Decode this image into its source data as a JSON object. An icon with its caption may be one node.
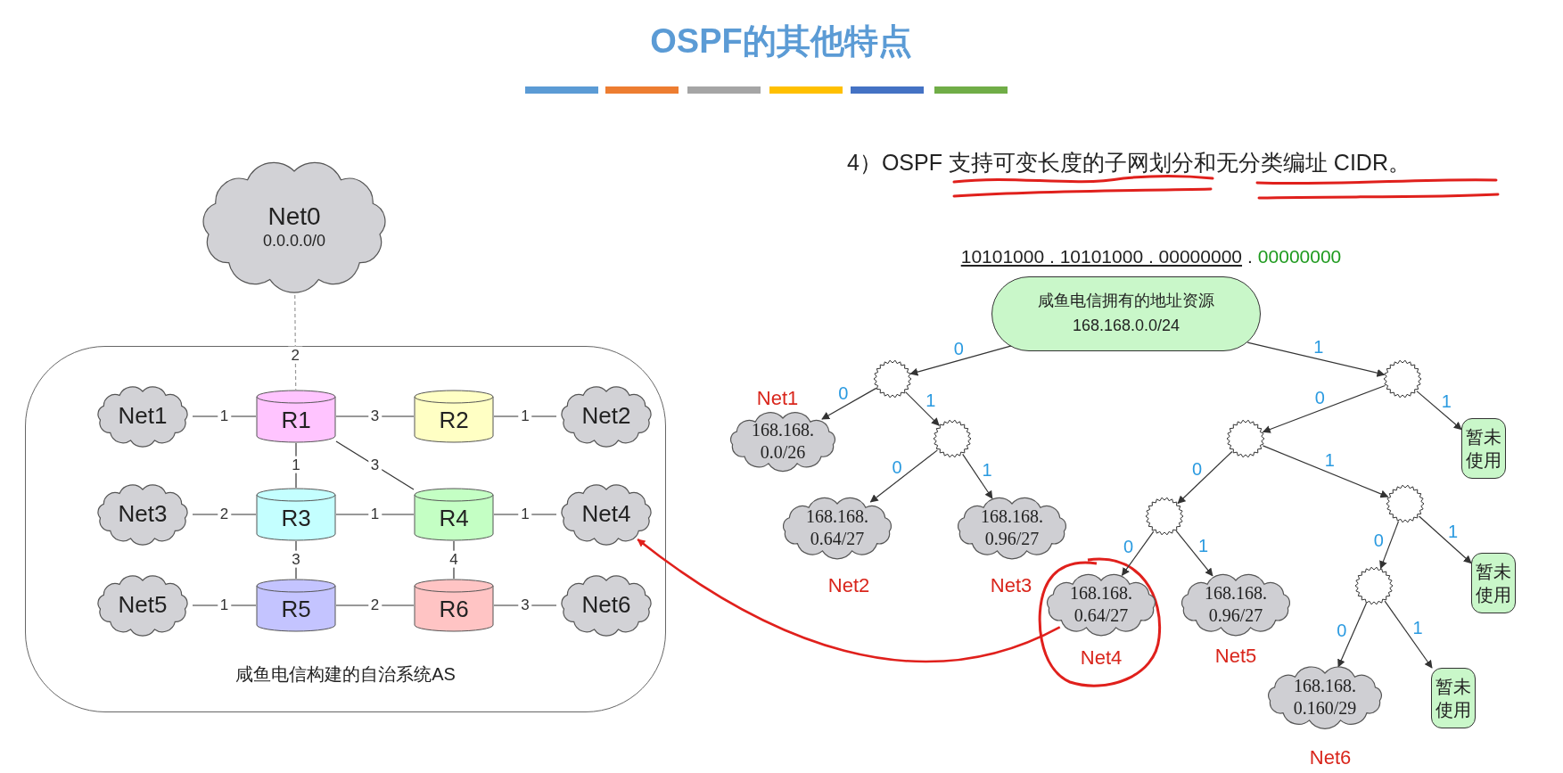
{
  "diagram": {
    "title": "OSPF的其他特点",
    "nodes": [
      {
        "text": [
          "Net0",
          "0.0.0.0/0"
        ]
      },
      {
        "text": [
          "咸鱼电信构建的自治系统AS"
        ]
      },
      {
        "text": [
          "Net1"
        ],
        "in": 1
      },
      {
        "text": [
          "R1"
        ],
        "in": 1
      },
      {
        "text": [
          "R2"
        ],
        "in": 1
      },
      {
        "text": [
          "Net2"
        ],
        "in": 1
      },
      {
        "text": [
          "Net3"
        ],
        "in": 1
      },
      {
        "text": [
          "R3"
        ],
        "in": 1
      },
      {
        "text": [
          "R4"
        ],
        "in": 1
      },
      {
        "text": [
          "Net4"
        ],
        "in": 1
      },
      {
        "text": [
          "Net5"
        ],
        "in": 1
      },
      {
        "text": [
          "R5"
        ],
        "in": 1
      },
      {
        "text": [
          "R6"
        ],
        "in": 1
      },
      {
        "text": [
          "Net6"
        ],
        "in": 1
      },
      {
        "text": [
          "咸鱼电信拥有的地址资源",
          "168.168.0.0/24"
        ]
      },
      {
        "text": [],
        "shape": "circle"
      },
      {
        "text": [],
        "shape": "circle"
      },
      {
        "text": [
          "168.168. 0.0/26"
        ],
        "beside": [
          "Net1"
        ]
      },
      {
        "text": [],
        "shape": "circle"
      },
      {
        "text": [
          "168.168. 0.64/27"
        ],
        "beside": [
          "Net2"
        ]
      },
      {
        "text": [
          "168.168. 0.96/27"
        ],
        "beside": [
          "Net3"
        ]
      },
      {
        "text": [],
        "shape": "circle"
      },
      {
        "text": [
          "暂未使用"
        ]
      },
      {
        "text": [],
        "shape": "circle"
      },
      {
        "text": [],
        "shape": "circle"
      },
      {
        "text": [
          "168.168. 0.64/27"
        ],
        "beside": [
          "Net4"
        ]
      },
      {
        "text": [
          "168.168. 0.96/27"
        ],
        "beside": [
          "Net5"
        ]
      },
      {
        "text": [],
        "shape": "circle"
      },
      {
        "text": [
          "暂未使用"
        ]
      },
      {
        "text": [
          "168.168. 0.160/29"
        ],
        "beside": [
          "Net6"
        ]
      },
      {
        "text": [
          "暂未使用"
        ]
      }
    ],
    "edges": [
      {
        "from": 0,
        "to": 3,
        "arrow": "none",
        "label": "2",
        "style": "dashed",
        "color": "#999999"
      },
      {
        "from": 2,
        "to": 3,
        "arrow": "none",
        "label": "1"
      },
      {
        "from": 3,
        "to": 4,
        "arrow": "none",
        "label": "3"
      },
      {
        "from": 4,
        "to": 5,
        "arrow": "none",
        "label": "1"
      },
      {
        "from": 3,
        "to": 7,
        "arrow": "none",
        "label": "1"
      },
      {
        "from": 3,
        "to": 8,
        "arrow": "none",
        "label": "3"
      },
      {
        "from": 6,
        "to": 7,
        "arrow": "none",
        "label": "2"
      },
      {
        "from": 7,
        "to": 8,
        "arrow": "none",
        "label": "1"
      },
      {
        "from": 8,
        "to": 9,
        "arrow": "none",
        "label": "1"
      },
      {
        "from": 7,
        "to": 11,
        "arrow": "none",
        "label": "3"
      },
      {
        "from": 8,
        "to": 12,
        "arrow": "none",
        "label": "4"
      },
      {
        "from": 10,
        "to": 11,
        "arrow": "none",
        "label": "1"
      },
      {
        "from": 11,
        "to": 12,
        "arrow": "none",
        "label": "2"
      },
      {
        "from": 12,
        "to": 13,
        "arrow": "none",
        "label": "3"
      },
      {
        "from": 14,
        "to": 15,
        "arrow": "to",
        "label": "0"
      },
      {
        "from": 14,
        "to": 16,
        "arrow": "to",
        "label": "1"
      },
      {
        "from": 15,
        "to": 17,
        "arrow": "to",
        "label": "0"
      },
      {
        "from": 15,
        "to": 18,
        "arrow": "to",
        "label": "1"
      },
      {
        "from": 18,
        "to": 19,
        "arrow": "to",
        "label": "0"
      },
      {
        "from": 18,
        "to": 20,
        "arrow": "to",
        "label": "1"
      },
      {
        "from": 16,
        "to": 21,
        "arrow": "to",
        "label": "0"
      },
      {
        "from": 16,
        "to": 22,
        "arrow": "to",
        "label": "1"
      },
      {
        "from": 21,
        "to": 23,
        "arrow": "to",
        "label": "0"
      },
      {
        "from": 21,
        "to": 24,
        "arrow": "to",
        "label": "1"
      },
      {
        "from": 23,
        "to": 25,
        "arrow": "to",
        "label": "0"
      },
      {
        "from": 23,
        "to": 26,
        "arrow": "to",
        "label": "1"
      },
      {
        "from": 24,
        "to": 27,
        "arrow": "to",
        "label": "0"
      },
      {
        "from": 24,
        "to": 28,
        "arrow": "to",
        "label": "1"
      },
      {
        "from": 27,
        "to": 29,
        "arrow": "to",
        "label": "0"
      },
      {
        "from": 27,
        "to": 30,
        "arrow": "to",
        "label": "1"
      },
      {
        "from": 25,
        "to": 9,
        "arrow": "to",
        "color": "#e0201c"
      }
    ],
    "labels": [
      "4）OSPF 支持可变长度的子网划分和无分类编址 CIDR。",
      "10101000 . 10101000 . 00000000",
      ".",
      "00000000"
    ]
  }
}
